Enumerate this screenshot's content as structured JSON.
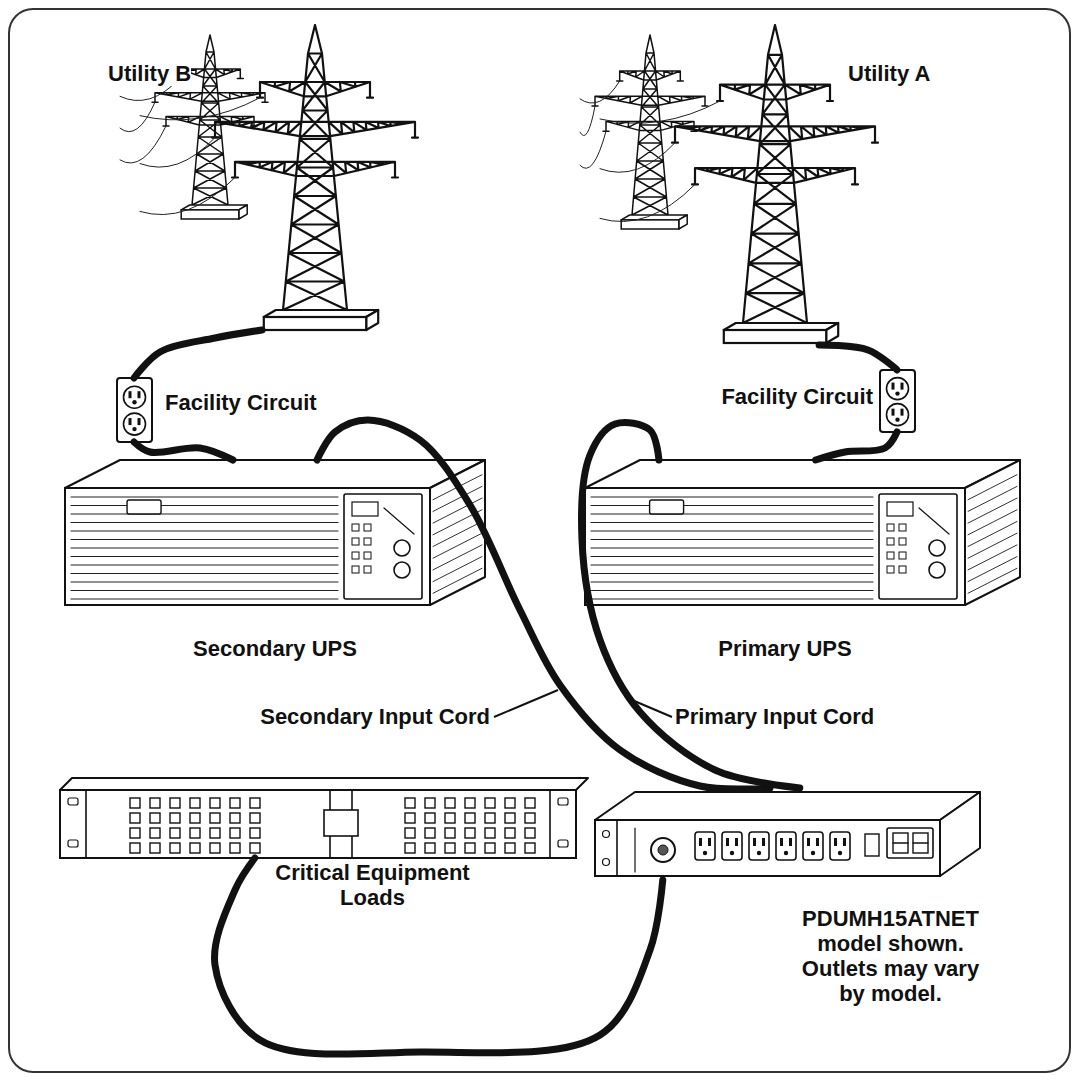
{
  "diagram": {
    "nodes": [
      {
        "text": [
          "Utility B"
        ]
      },
      {
        "text": [
          "Utility A"
        ]
      },
      {
        "text": [
          "Facility Circuit"
        ]
      },
      {
        "text": [
          "Facility Circuit"
        ]
      },
      {
        "text": [
          "Secondary UPS"
        ]
      },
      {
        "text": [
          "Primary UPS"
        ]
      },
      {
        "text": [
          "Critical Equipment Loads"
        ]
      },
      {
        "text": [
          "PDUMH15ATNET model shown. Outlets may vary by model."
        ]
      }
    ],
    "edges": [
      {
        "from": 0,
        "to": 2,
        "arrow": "none"
      },
      {
        "from": 1,
        "to": 3,
        "arrow": "none"
      },
      {
        "from": 2,
        "to": 4,
        "arrow": "none"
      },
      {
        "from": 3,
        "to": 5,
        "arrow": "none"
      },
      {
        "from": 4,
        "to": 7,
        "label": "Secondary Input Cord",
        "arrow": "none"
      },
      {
        "from": 5,
        "to": 7,
        "label": "Primary Input Cord",
        "arrow": "none"
      },
      {
        "from": 7,
        "to": 6,
        "arrow": "none"
      }
    ]
  }
}
